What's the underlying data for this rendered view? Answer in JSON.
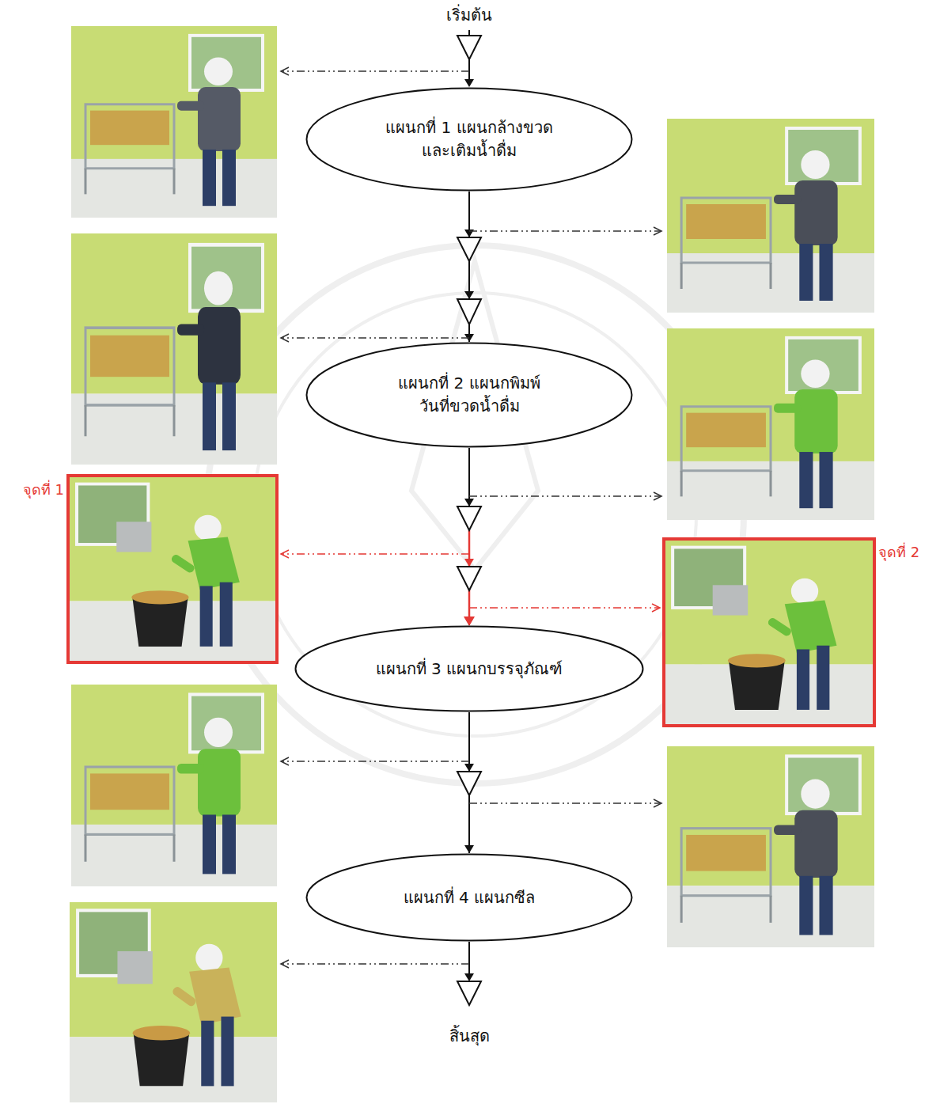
{
  "diagram": {
    "nodes": [
      {
        "text": [
          "แผนกที่ 1 แผนกล้างขวด และเติมน้ำดื่ม"
        ]
      },
      {
        "text": [
          "แผนกที่ 2 แผนกพิมพ์ วันที่ขวดน้ำดื่ม"
        ]
      },
      {
        "text": [
          "แผนกที่ 3 แผนกบรรจุภัณฑ์"
        ]
      },
      {
        "text": [
          "แผนกที่ 4 แผนกซีล"
        ]
      }
    ],
    "edges": [
      {
        "from": 0,
        "to": 1,
        "arrow": "to"
      },
      {
        "from": 1,
        "to": 2,
        "arrow": "to"
      },
      {
        "from": 2,
        "to": 3,
        "arrow": "to"
      }
    ],
    "labels": [
      "เริ่มต้น",
      "จุดที่ 1",
      "จุดที่ 2",
      "สิ้นสุด"
    ]
  }
}
